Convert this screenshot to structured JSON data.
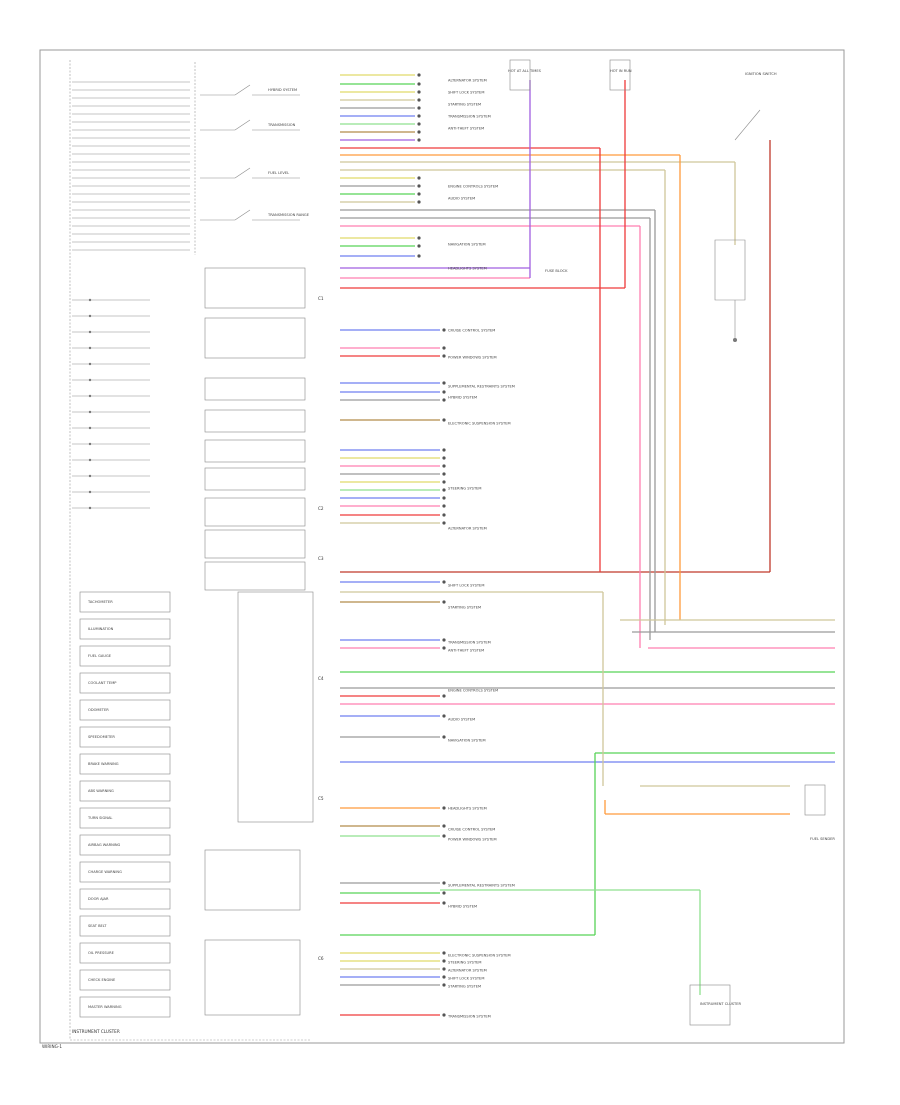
{
  "footer": {
    "code": "WIRING-1"
  },
  "cluster_title": "INSTRUMENT CLUSTER",
  "colors": {
    "red": "#ef3a3a",
    "orange": "#ff9a3c",
    "yellow": "#e0d96a",
    "green": "#57d357",
    "light_green": "#8fe08f",
    "blue": "#6f7ff0",
    "violet": "#a05fe0",
    "pink": "#ff7fb0",
    "gray": "#9a9a9a",
    "tan": "#cfc79a",
    "brown": "#b28c4a",
    "dark_red": "#c0392b"
  },
  "switch_labels": [
    "HYBRID SYSTEM",
    "TRANSMISSION",
    "FUEL LEVEL",
    "TRANSMISSION RANGE"
  ],
  "cluster_blocks": [
    "TACHOMETER",
    "ILLUMINATION",
    "FUEL GAUGE",
    "COOLANT TEMP",
    "ODOMETER",
    "SPEEDOMETER",
    "BRAKE WARNING",
    "ABS WARNING",
    "TURN SIGNAL",
    "AIRBAG WARNING",
    "CHARGE WARNING",
    "DOOR AJAR",
    "SEAT BELT",
    "OIL PRESSURE",
    "CHECK ENGINE",
    "MASTER WARNING"
  ],
  "system_labels": [
    "ALTERNATOR SYSTEM",
    "SHIFT LOCK SYSTEM",
    "STARTING SYSTEM",
    "TRANSMISSION SYSTEM",
    "ANTI-THEFT SYSTEM",
    "ENGINE CONTROLS SYSTEM",
    "AUDIO SYSTEM",
    "NAVIGATION SYSTEM",
    "HEADLIGHTS SYSTEM",
    "CRUISE CONTROL SYSTEM",
    "POWER WINDOWS SYSTEM",
    "SUPPLEMENTAL RESTRAINTS SYSTEM",
    "HYBRID SYSTEM",
    "ELECTRONIC SUSPENSION SYSTEM",
    "STEERING SYSTEM"
  ],
  "connectors": [
    "C1",
    "C2",
    "C3",
    "C4",
    "C5",
    "C6"
  ],
  "right_labels": [
    "FUEL SENDER",
    "INSTRUMENT CLUSTER",
    "HOT AT ALL TIMES",
    "HOT IN RUN",
    "IGNITION SWITCH",
    "FUSE BLOCK"
  ]
}
